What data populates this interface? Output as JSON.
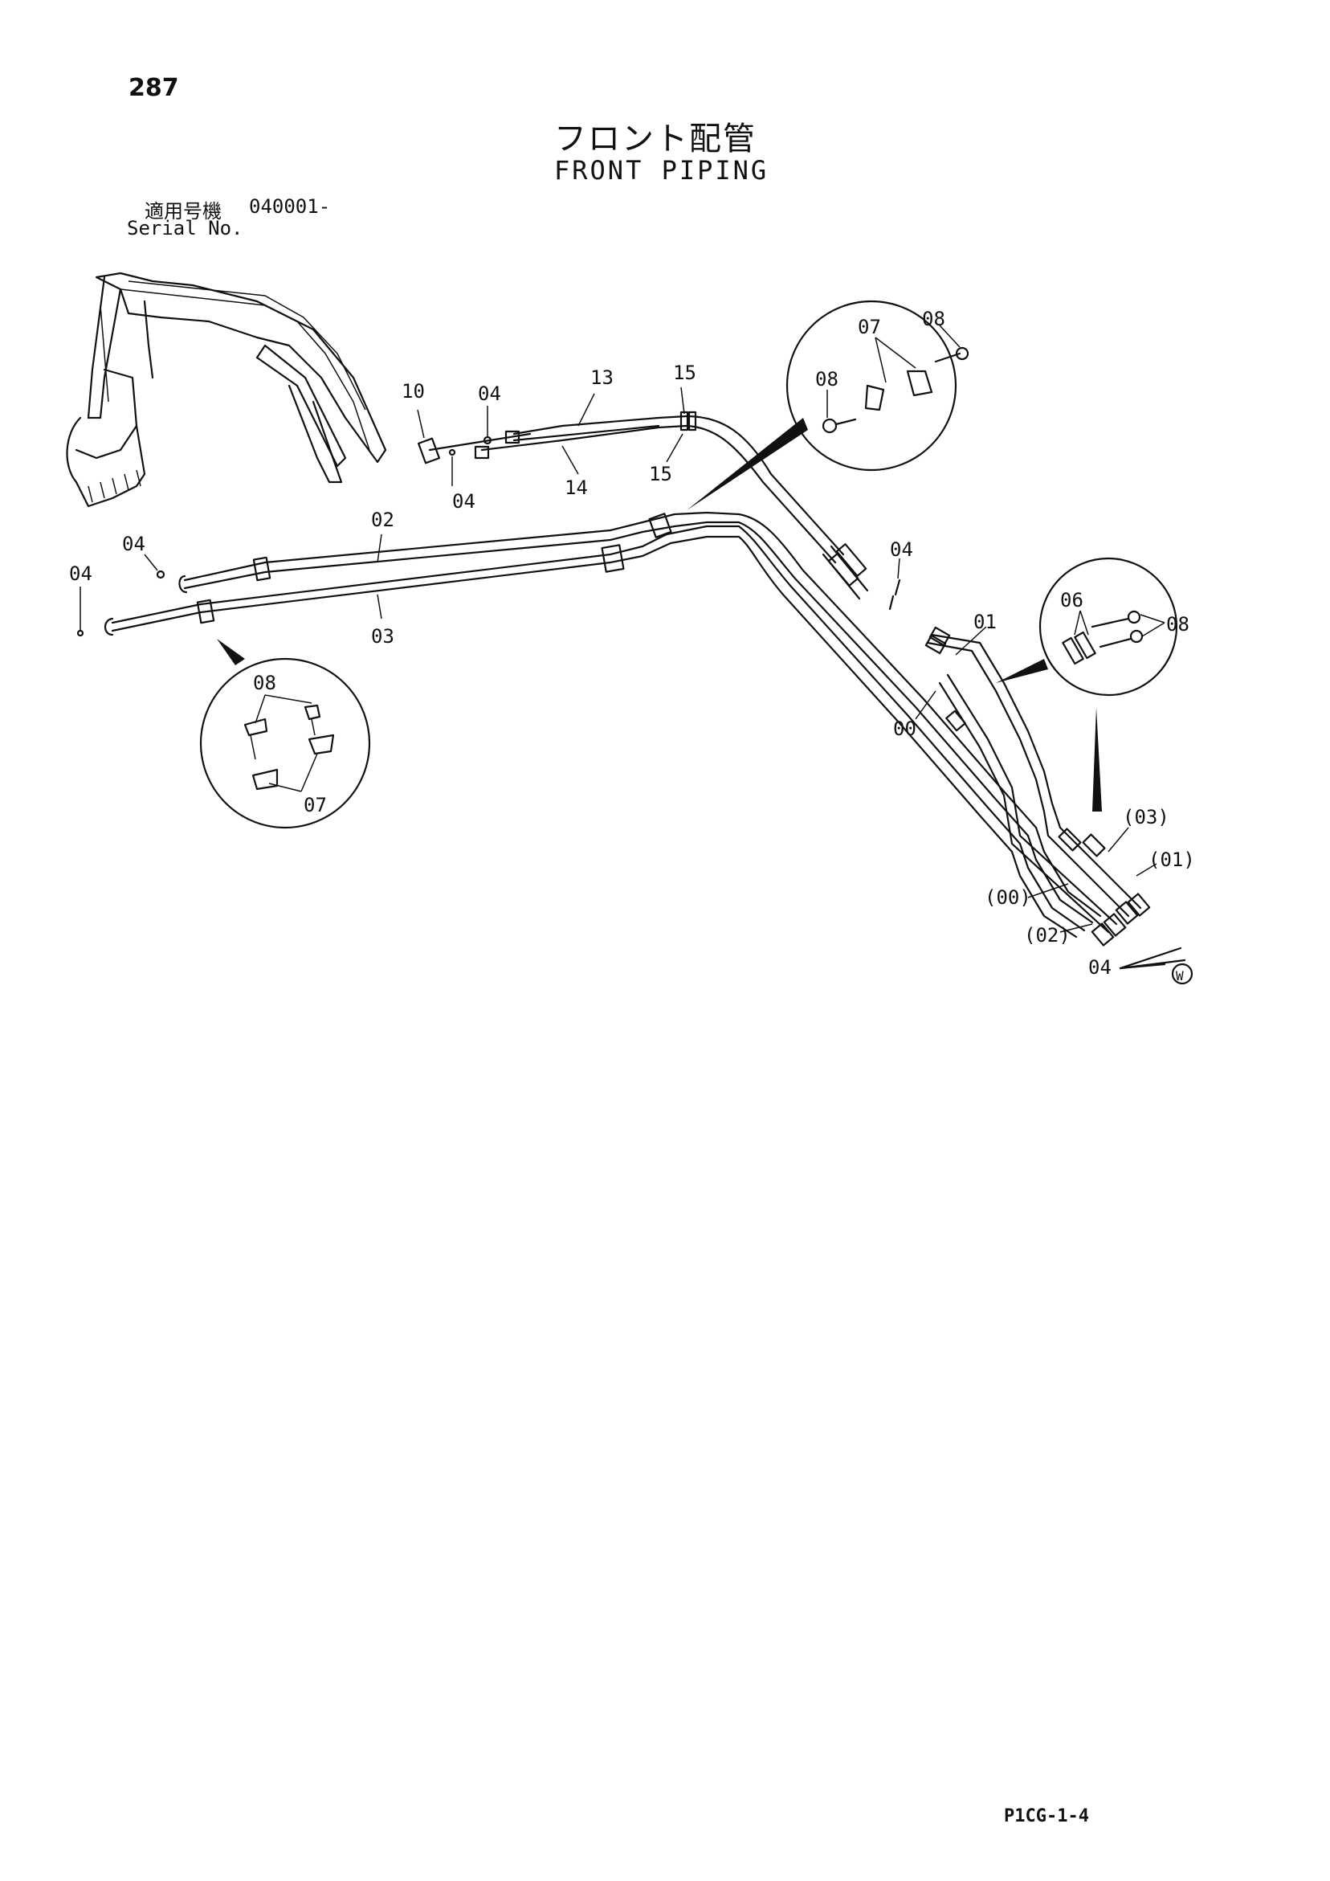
{
  "page_number": "287",
  "title_jp": "フロント配管",
  "title_en": "FRONT PIPING",
  "serial_label_jp": "適用号機",
  "serial_value": "040001-",
  "serial_label_en": "Serial No.",
  "page_code": "P1CG-1-4",
  "callouts": {
    "c10": "10",
    "c04_top": "04",
    "c13": "13",
    "c15_top": "15",
    "c15_bottom": "15",
    "c14": "14",
    "c04_mid": "04",
    "c02": "02",
    "c03": "03",
    "c04_left_upper": "04",
    "c04_left_lower": "04",
    "c04_right": "04",
    "c01": "01",
    "c00": "00",
    "c03p": "(03)",
    "c01p": "(01)",
    "c00p": "(00)",
    "c02p": "(02)",
    "c04_bottom": "04",
    "w_mark": "W"
  },
  "detail_top_right": {
    "c07": "07",
    "c08a": "08",
    "c08b": "08"
  },
  "detail_right": {
    "c06": "06",
    "c08": "08"
  },
  "detail_left": {
    "c08": "08",
    "c07": "07"
  }
}
